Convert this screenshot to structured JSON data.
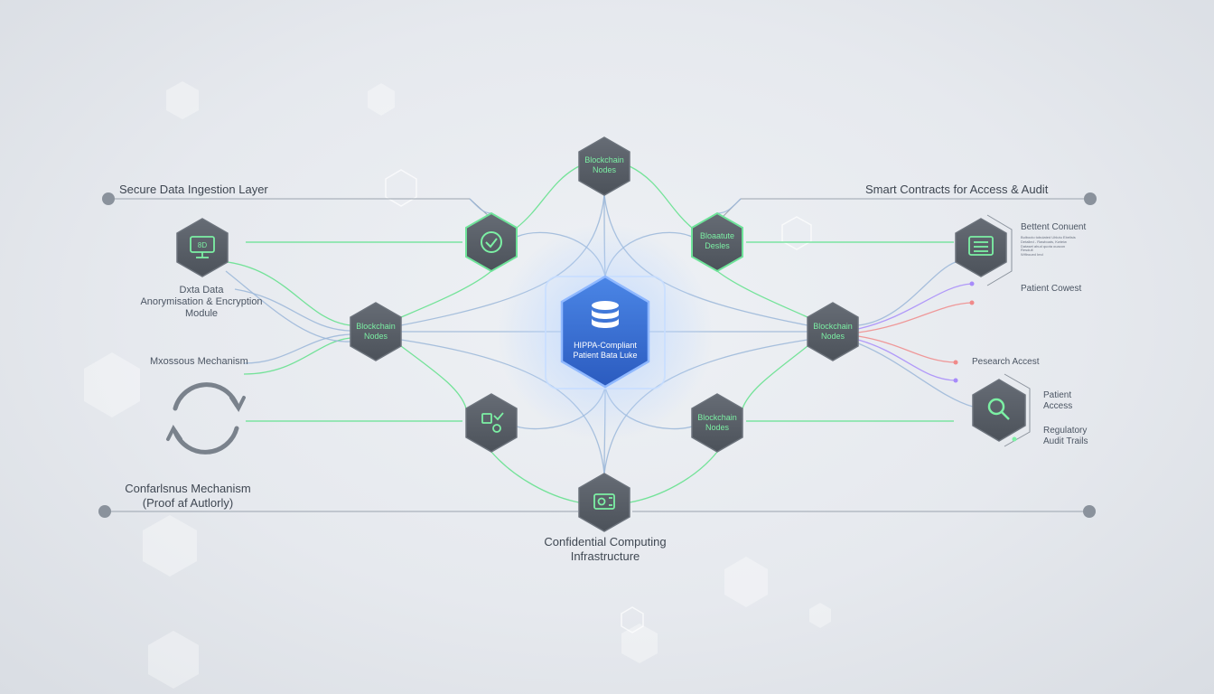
{
  "colors": {
    "background": "#e8ebf0",
    "hex_node": "#575d66",
    "accent_green": "#5fe08a",
    "accent_blue": "#3b74d8",
    "line_blue": "#9ab6d8",
    "line_red": "#f08a8a",
    "line_purple": "#a78bfa"
  },
  "headers": {
    "ingestion": "Secure Data Ingestion Layer",
    "smart_contracts": "Smart Contracts for Access & Audit",
    "confidential": "Confidential Computing",
    "confidential_2": "Infrastructure"
  },
  "central": {
    "line1": "HIPPA-Compliant",
    "line2": "Patient Bata Luke",
    "icon": "database-icon"
  },
  "nodes": {
    "top": {
      "line1": "Blockchain",
      "line2": "Nodes"
    },
    "upper_right": {
      "line1": "Bloaatute",
      "line2": "Desles"
    },
    "left": {
      "line1": "Blockchain",
      "line2": "Nodes"
    },
    "right": {
      "line1": "Blockchain",
      "line2": "Nodes"
    },
    "lower_right": {
      "line1": "Blockchain",
      "line2": "Nodes"
    },
    "upper_left_icon": "clock-shield-icon",
    "lower_left_icon": "checklist-icon",
    "bottom_icon": "secure-chip-icon"
  },
  "left_side": {
    "module_icon": "monitor-icon",
    "module_icon_text": "8D",
    "module_line1": "Dxta Data",
    "module_line2": "Anorymisation & Encryption",
    "module_line3": "Module",
    "mechanism": "Mxossous Mechanism",
    "consensus_line1": "Confarlsnus Mechanism",
    "consensus_line2": "(Proof af Autlorly)",
    "cycle_icon": "refresh-cycle-icon"
  },
  "right_side": {
    "doc_icon": "document-icon",
    "bettent_consent": "Bettent Conuent",
    "tiny_lines": [
      "Bulbocto tobulated Uhlutu Ebelisis",
      "Detalled - Rawboats, Kwteiw",
      "Dataset ahud quota ouacon",
      "Resdult",
      "Wifiroued Imd"
    ],
    "patient_consent": "Patient Cowest",
    "research_access": "Pesearch Accest",
    "search_icon": "search-icon",
    "patient_access_1": "Patient",
    "patient_access_2": "Access",
    "regulatory_1": "Regulatory",
    "regulatory_2": "Audit Trails"
  }
}
